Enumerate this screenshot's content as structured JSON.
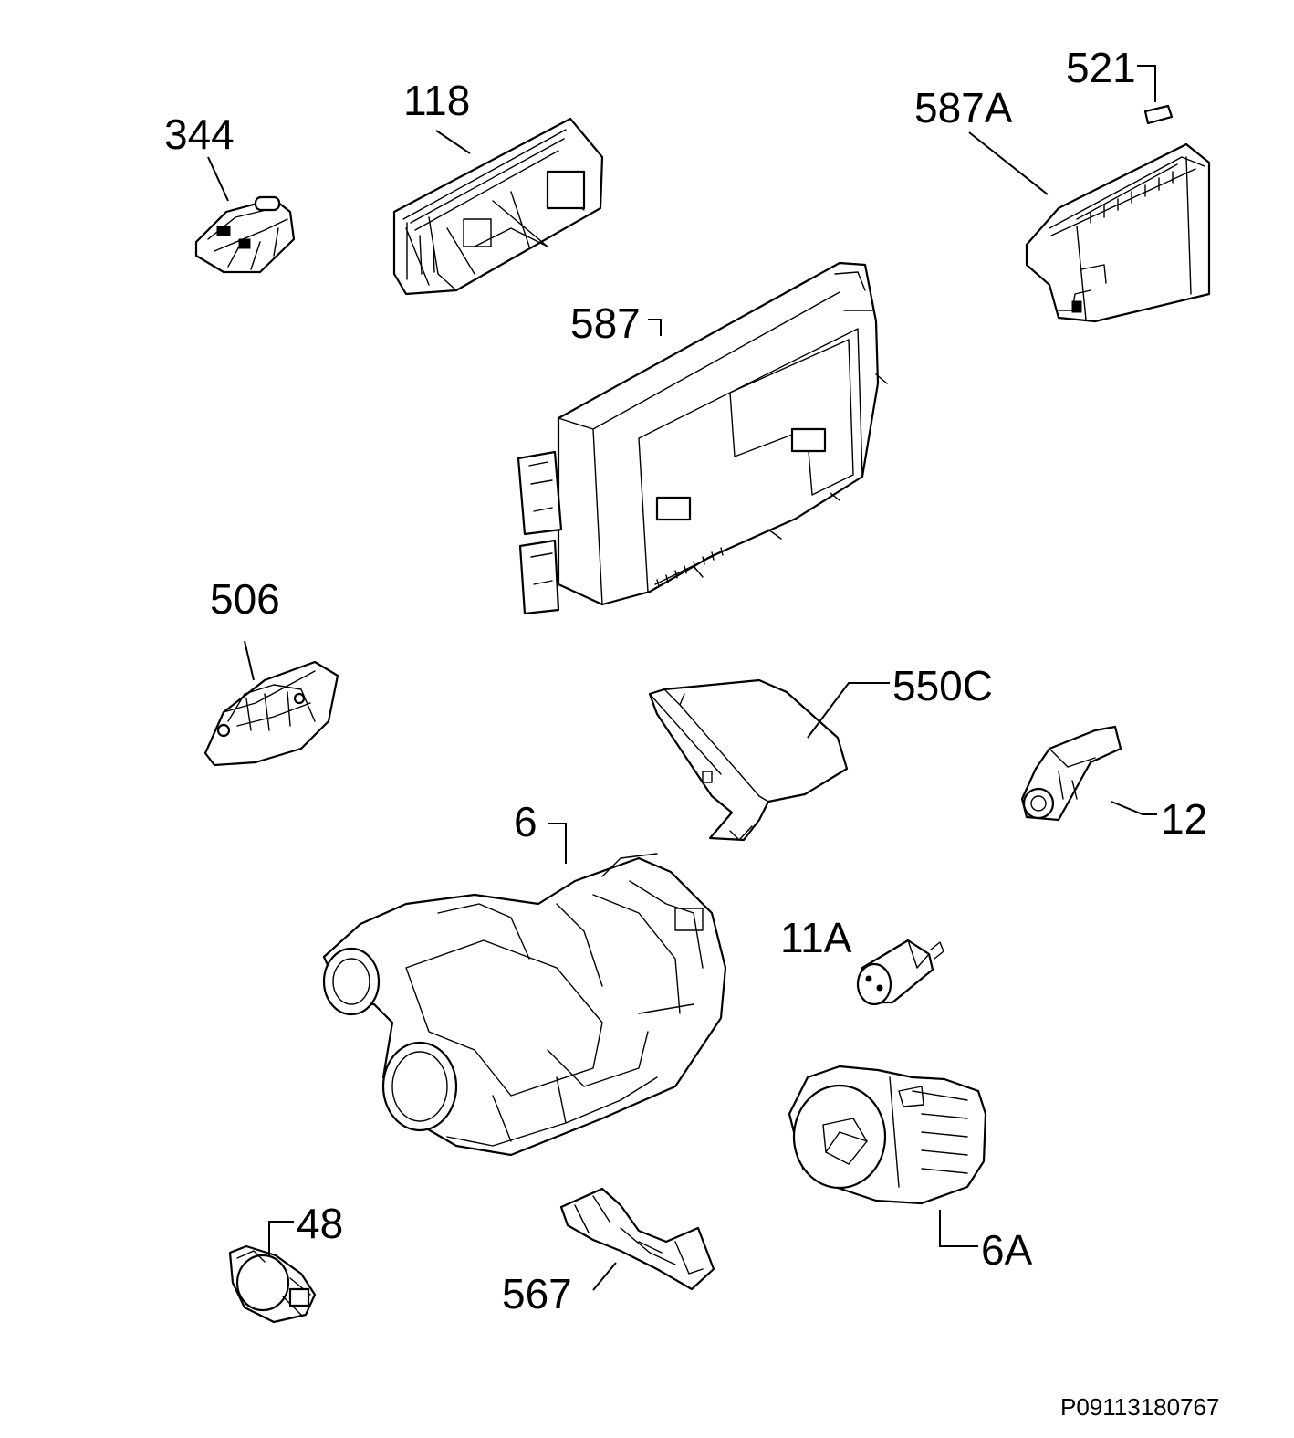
{
  "labels": {
    "p344": "344",
    "p118": "118",
    "p587a": "587A",
    "p521": "521",
    "p587": "587",
    "p506": "506",
    "p550c": "550C",
    "p12": "12",
    "p6": "6",
    "p11a": "11A",
    "p6a": "6A",
    "p48": "48",
    "p567": "567"
  },
  "drawing_id": "P09113180767"
}
